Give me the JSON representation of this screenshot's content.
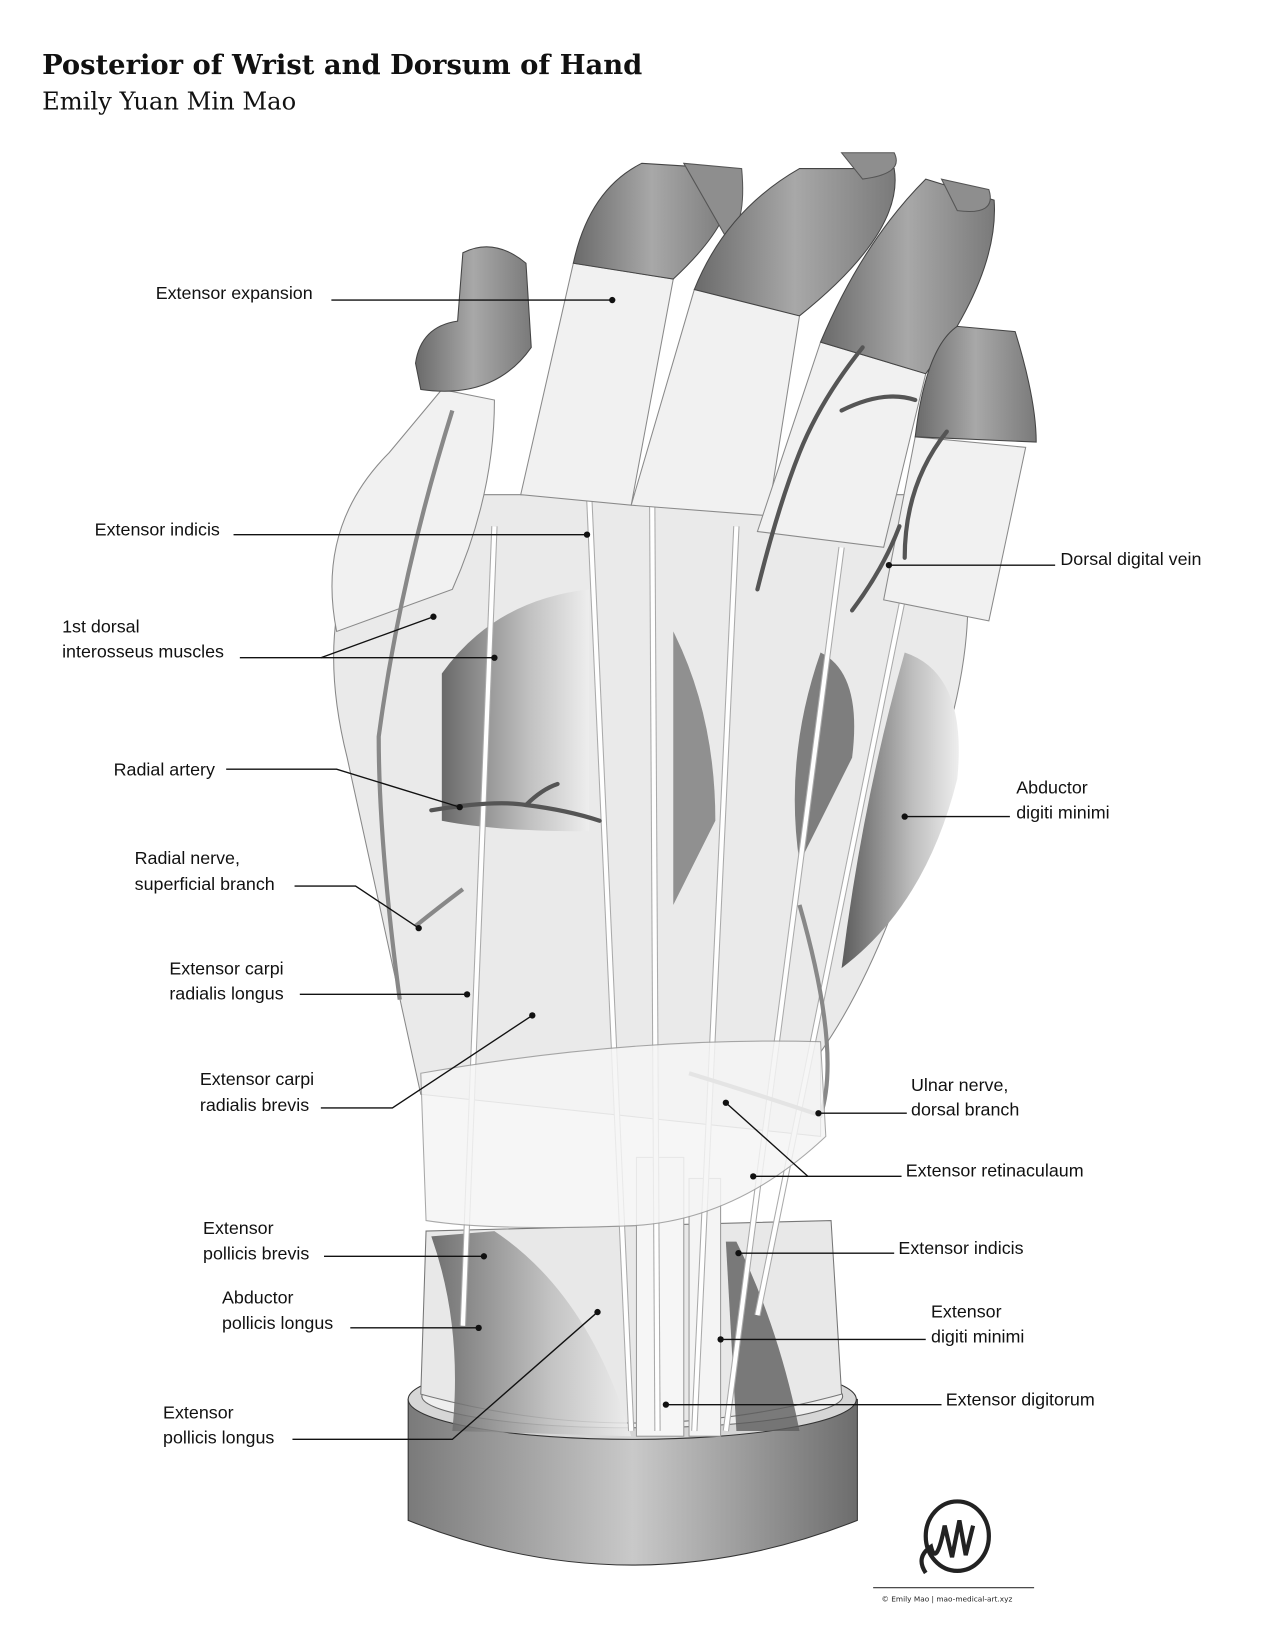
{
  "header": {
    "title": "Posterior of Wrist and Dorsum of Hand",
    "author": "Emily Yuan Min Mao"
  },
  "labels": {
    "extensor_expansion": "Extensor expansion",
    "extensor_indicis_top": "Extensor indicis",
    "dorsal_interosseus_1": "1st dorsal",
    "dorsal_interosseus_2": "interosseus muscles",
    "radial_artery": "Radial artery",
    "radial_nerve_1": "Radial nerve,",
    "radial_nerve_2": "superficial branch",
    "ecrl_1": "Extensor carpi",
    "ecrl_2": "radialis longus",
    "ecrb_1": "Extensor carpi",
    "ecrb_2": "radialis brevis",
    "epb_1": "Extensor",
    "epb_2": "pollicis brevis",
    "apl_1": "Abductor",
    "apl_2": "pollicis longus",
    "epl_1": "Extensor",
    "epl_2": "pollicis longus",
    "dorsal_digital_vein": "Dorsal digital vein",
    "adm_1": "Abductor",
    "adm_2": "digiti minimi",
    "ulnar_nerve_1": "Ulnar nerve,",
    "ulnar_nerve_2": "dorsal branch",
    "extensor_retinaculum": "Extensor retinaculaum",
    "extensor_indicis_bottom": "Extensor indicis",
    "edm_1": "Extensor",
    "edm_2": "digiti minimi",
    "extensor_digitorum": "Extensor digitorum"
  },
  "footer": {
    "credit": "© Emily Mao | mao-medical-art.xyz",
    "signature": "EM"
  }
}
